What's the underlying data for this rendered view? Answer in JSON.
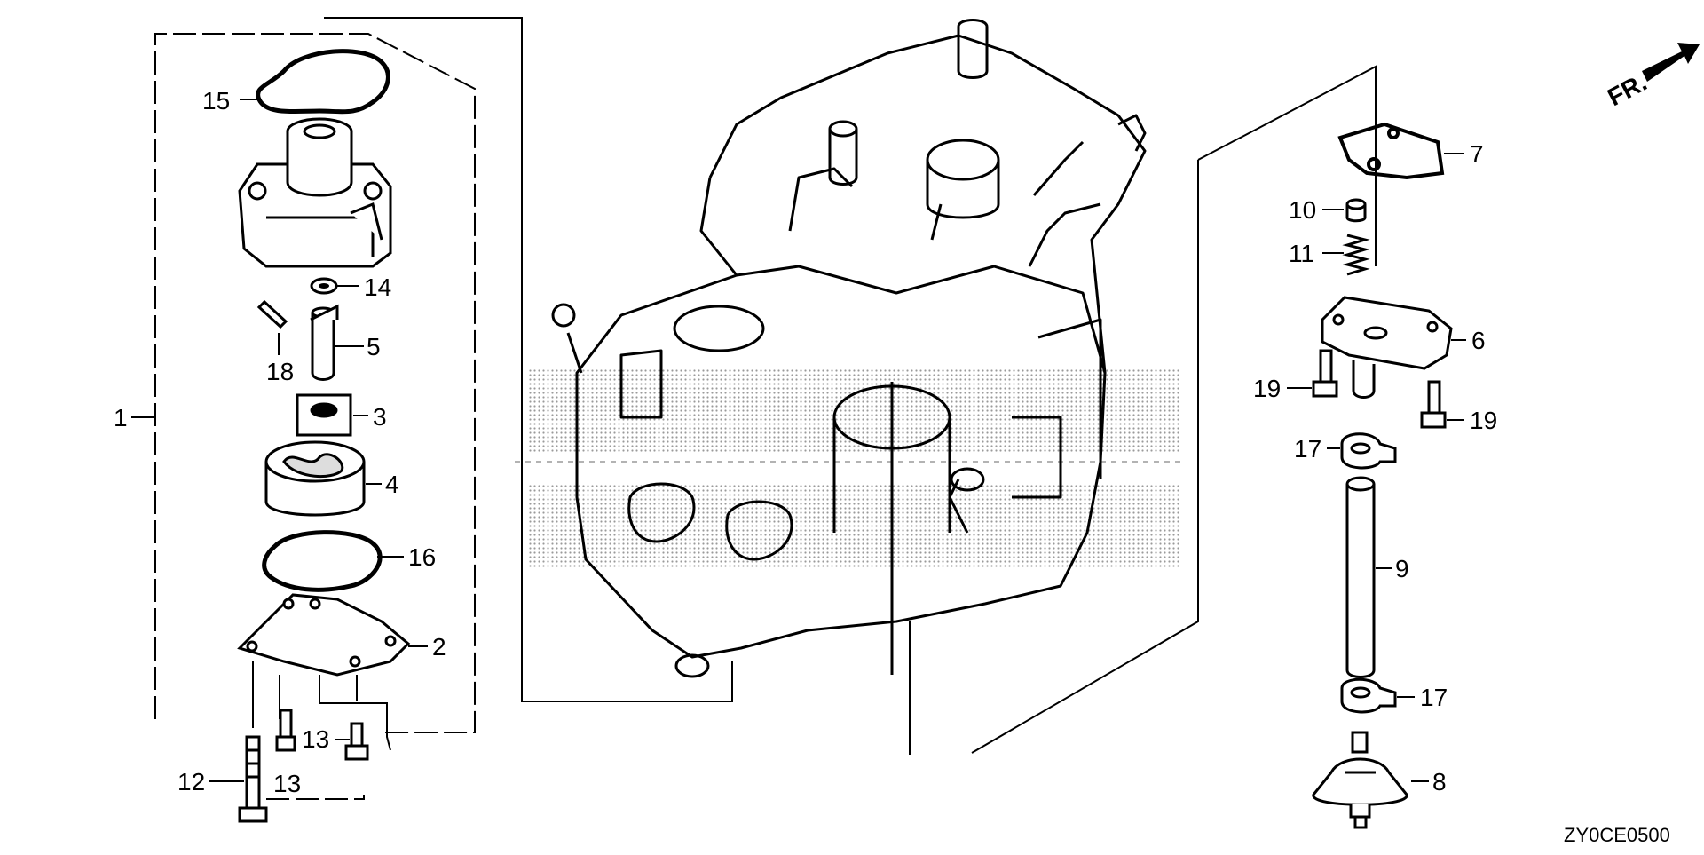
{
  "diagram": {
    "drawing_code": "ZY0CE0500",
    "direction_label": "FR.",
    "colors": {
      "line": "#000000",
      "screen_tone": "#9a9a9a",
      "background": "#ffffff"
    },
    "callouts": {
      "c1": "1",
      "c2": "2",
      "c3": "3",
      "c4": "4",
      "c5": "5",
      "c6": "6",
      "c7": "7",
      "c8": "8",
      "c9": "9",
      "c10": "10",
      "c11": "11",
      "c12": "12",
      "c13a": "13",
      "c13b": "13",
      "c14": "14",
      "c15": "15",
      "c16": "16",
      "c17a": "17",
      "c17b": "17",
      "c18": "18",
      "c19a": "19",
      "c19b": "19"
    }
  }
}
